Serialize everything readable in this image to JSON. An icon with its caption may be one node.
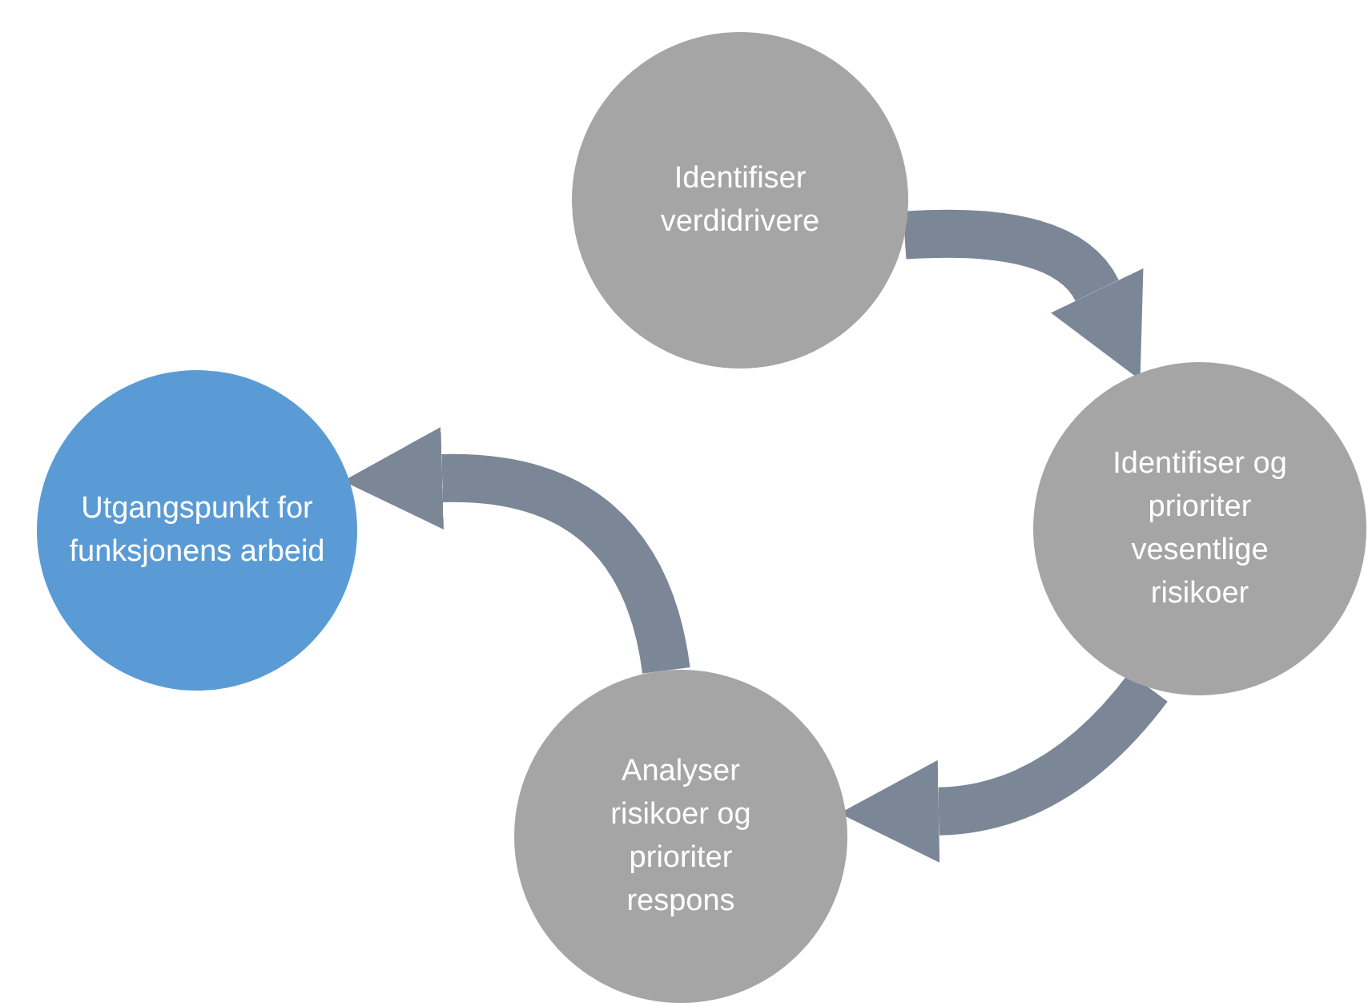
{
  "diagram": {
    "nodes": [
      {
        "text": [
          "Identifiser verdidrivere"
        ]
      },
      {
        "text": [
          "Identifiser og prioriter vesentlige risikoer"
        ]
      },
      {
        "text": [
          "Analyser risikoer og prioriter respons"
        ]
      },
      {
        "text": [
          "Utgangspunkt for funksjonens arbeid"
        ]
      }
    ],
    "edges": [
      {
        "from": 0,
        "to": 1,
        "arrow": "to"
      },
      {
        "from": 1,
        "to": 2,
        "arrow": "to"
      },
      {
        "from": 2,
        "to": 3,
        "arrow": "to"
      }
    ]
  }
}
